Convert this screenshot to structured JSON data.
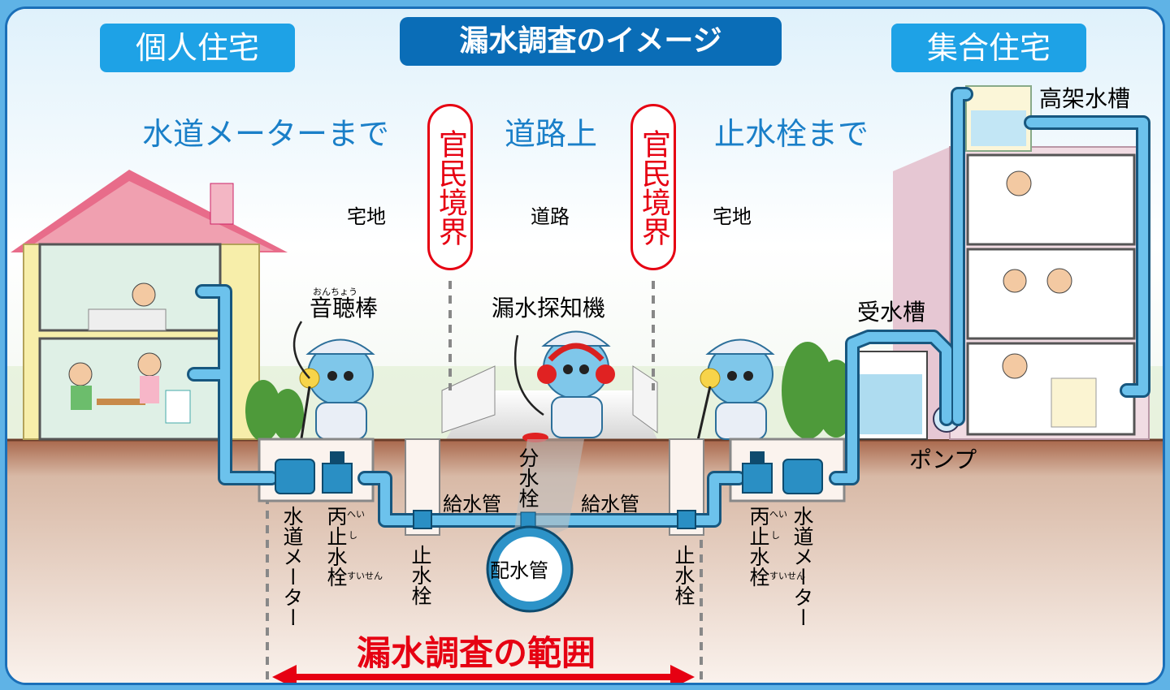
{
  "header": {
    "left_title": "個人住宅",
    "center_title": "漏水調査のイメージ",
    "right_title": "集合住宅"
  },
  "zones": {
    "left": "水道メーターまで",
    "center": "道路上",
    "right": "止水栓まで"
  },
  "boundary_label": "官民境界",
  "areas": {
    "left": "宅地",
    "center": "道路",
    "right": "宅地"
  },
  "tools": {
    "listening_rod": "音聴棒",
    "listening_rod_ruby": "おんちょう",
    "leak_detector": "漏水探知機"
  },
  "apartment": {
    "elevated_tank": "高架水槽",
    "receiving_tank": "受水槽",
    "pump": "ポンプ"
  },
  "pipes": {
    "supply_pipe": "給水管",
    "branch_valve": "分水栓",
    "distribution_main": "配水管"
  },
  "fittings": {
    "water_meter": "水道メーター",
    "stop_valve_hei": "丙止水栓",
    "hei_ruby": "へい",
    "shi_ruby": "し",
    "suisen_ruby": "すいせん",
    "stop_valve": "止水栓"
  },
  "range_label": "漏水調査の範囲",
  "colors": {
    "frame": "#1a6fb8",
    "header_pill": "#1ea2e6",
    "header_dark": "#0a6db7",
    "zone_text": "#1a7fc8",
    "boundary": "#e60012",
    "pipe": "#3b9fd1",
    "ground": "#a8664a"
  }
}
